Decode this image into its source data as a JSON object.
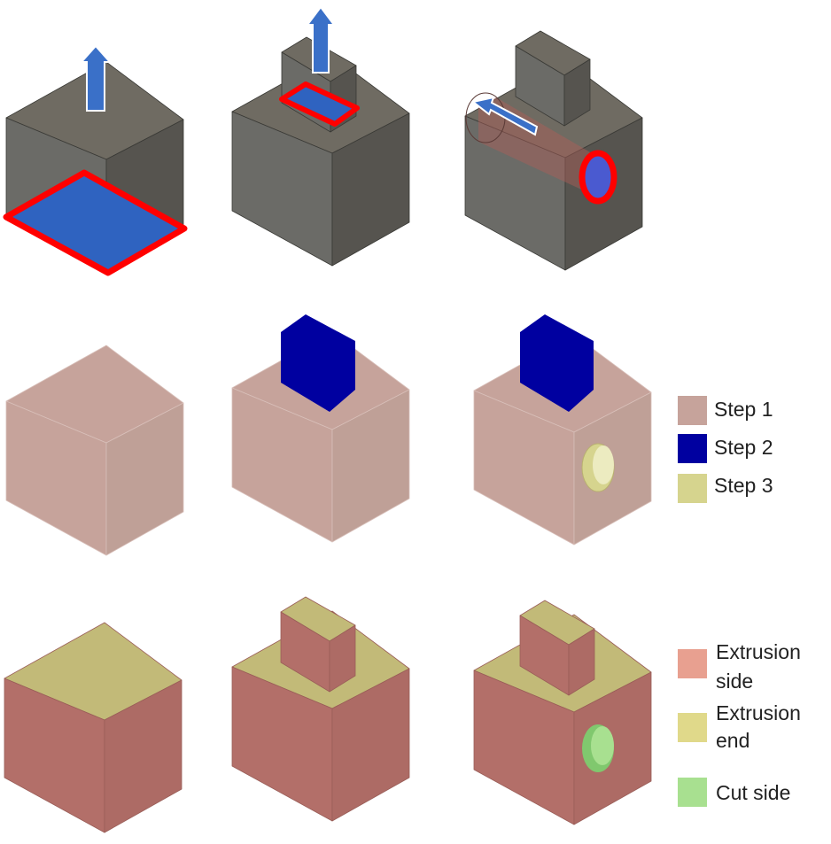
{
  "legend_steps": [
    {
      "label": "Step 1",
      "color": "#c6a39b"
    },
    {
      "label": "Step 2",
      "color": "#0000a0"
    },
    {
      "label": "Step 3",
      "color": "#d6d48e"
    }
  ],
  "legend_faces": [
    {
      "label_line1": "Extrusion",
      "label_line2": "side",
      "color": "#e8a090"
    },
    {
      "label_line1": "Extrusion",
      "label_line2": "end",
      "color": "#e0d98a"
    },
    {
      "label_line1": "Cut side",
      "label_line2": "",
      "color": "#a8e090"
    }
  ],
  "colors": {
    "highlight": "#ff0000",
    "arrow": "#3a70c8",
    "sketch": "#2f63c0"
  }
}
